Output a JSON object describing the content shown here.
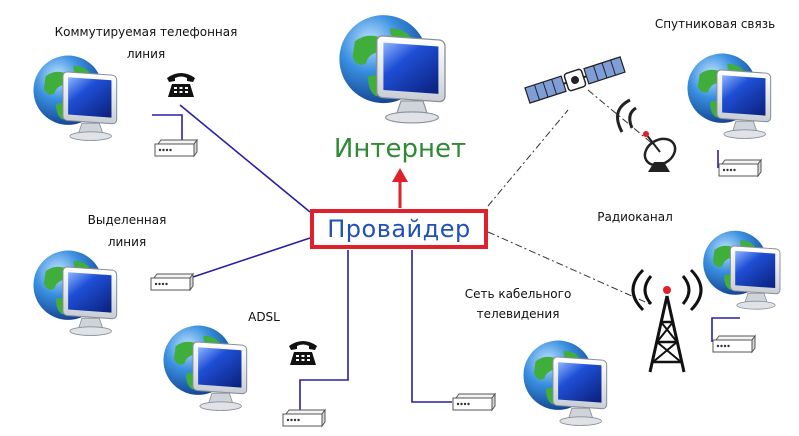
{
  "center": {
    "provider": "Провайдер",
    "internet": "Интернет"
  },
  "labels": {
    "dialup_line1": "Коммутируемая телефонная",
    "dialup_line2": "линия",
    "leased_line1": "Выделенная",
    "leased_line2": "линия",
    "adsl": "ADSL",
    "cable_line1": "Сеть кабельного",
    "cable_line2": "телевидения",
    "satellite": "Спутниковая связь",
    "radio": "Радиоканал"
  },
  "icons": [
    "globe-monitor-icon",
    "telephone-icon",
    "modem-icon",
    "satellite-icon",
    "satellite-dish-icon",
    "radio-tower-icon",
    "up-arrow-icon"
  ],
  "colors": {
    "link_line": "#2a1fa8",
    "provider_border": "#e0202a",
    "provider_text": "#2150b8",
    "internet_text": "#2f8a34",
    "arrow": "#e0202a"
  }
}
